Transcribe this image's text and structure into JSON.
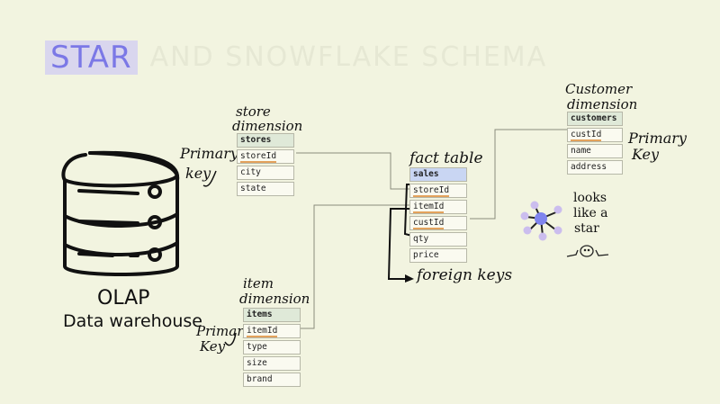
{
  "title": {
    "highlight": "STAR",
    "rest": "AND SNOWFLAKE SCHEMA"
  },
  "colors": {
    "background": "#f2f4e0",
    "highlight_bg": "#d9d6ee",
    "highlight_text": "#7b78e6",
    "dimension_header": "#dfe9d8",
    "fact_header": "#c9d6f3",
    "key_underline": "#e3a25c",
    "star_center": "#7f84ee",
    "star_points": "#cbbdee"
  },
  "warehouse": {
    "icon": "database-icon",
    "line1": "OLAP",
    "line2": "Data warehouse"
  },
  "store_dimension": {
    "label1": "store",
    "label2": "dimension",
    "table": "stores",
    "fields": [
      "storeId",
      "city",
      "state"
    ],
    "pk_label1": "Primary",
    "pk_label2": "key"
  },
  "customer_dimension": {
    "label1": "Customer",
    "label2": "dimension",
    "table": "customers",
    "fields": [
      "custId",
      "name",
      "address"
    ],
    "pk_label1": "Primary",
    "pk_label2": "Key"
  },
  "item_dimension": {
    "label1": "item",
    "label2": "dimension",
    "table": "items",
    "fields": [
      "itemId",
      "type",
      "size",
      "brand"
    ],
    "pk_label1": "Primary",
    "pk_label2": "Key"
  },
  "fact_table": {
    "label": "fact table",
    "table": "sales",
    "fields": [
      "storeId",
      "itemId",
      "custId",
      "qty",
      "price"
    ]
  },
  "foreign_keys_label": "foreign keys",
  "star_note": {
    "icon": "star-schema-icon",
    "line1": "looks",
    "line2": "like a",
    "line3": "star",
    "face": "shrug-face-icon"
  }
}
